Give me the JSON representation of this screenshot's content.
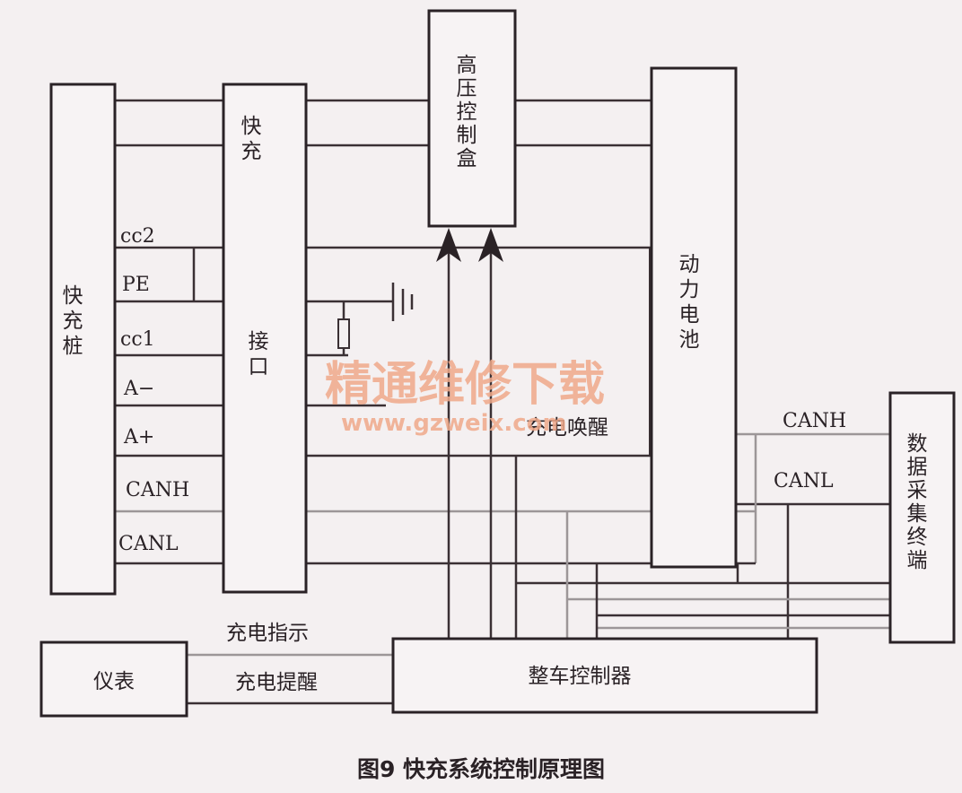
{
  "blocks": {
    "fast_charger": "快充桩",
    "fast_charge_port_top": "快充",
    "fast_charge_port_bottom": "接口",
    "hv_control_box": "高压控制盒",
    "power_battery": "动力电池",
    "data_terminal": "数据采集终端",
    "instrument": "仪表",
    "vcu": "整车控制器"
  },
  "pins": {
    "cc2": "cc2",
    "pe": "PE",
    "cc1": "cc1",
    "a_minus": "A−",
    "a_plus": "A+",
    "canh": "CANH",
    "canl": "CANL"
  },
  "signals": {
    "charge_wakeup": "充电唤醒",
    "canh_right": "CANH",
    "canl_right": "CANL",
    "charge_indicate": "充电指示",
    "charge_remind": "充电提醒"
  },
  "watermark": {
    "title": "精通维修下载",
    "url": "www.gzweix.com"
  },
  "caption": "图9  快充系统控制原理图",
  "colors": {
    "line": "#3a3034",
    "can_line": "#9c9698",
    "watermark": "#f0a98a"
  }
}
